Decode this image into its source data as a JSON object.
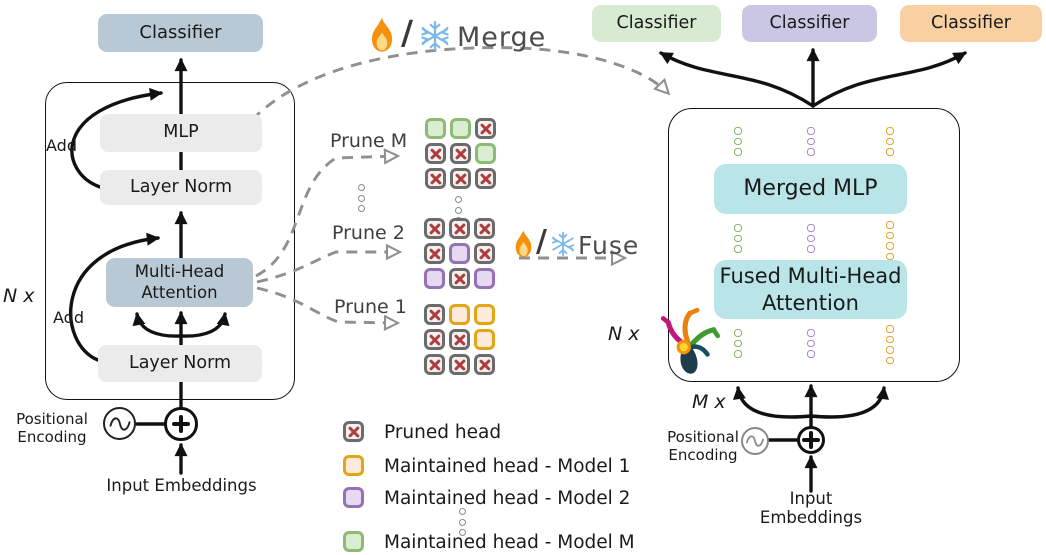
{
  "colors": {
    "steel": "#b8c9d5",
    "box_gray": "#ebebeb",
    "teal": "#b9e5e8",
    "cls_green": "#d6ebd1",
    "cls_purple": "#c9c7e3",
    "cls_orange": "#f8d0a2",
    "pruned_border": "#6b6b6b",
    "pruned_fill": "#f6f1f0",
    "x_red": "#ad3e3e",
    "m1_border": "#e2a513",
    "m1_fill": "#fdeada",
    "m2_border": "#9572b4",
    "m2_fill": "#e6daf0",
    "mm_border": "#8cbb74",
    "mm_fill": "#daecd2",
    "dash_gray": "#8f8f8f",
    "snow_blue": "#7db8e8",
    "flame_orange": "#f4900c"
  },
  "left_model": {
    "classifier_label": "Classifier",
    "repeat_label": "N x",
    "mlp_label": "MLP",
    "layer_norm_top_label": "Layer Norm",
    "mha_label": "Multi-Head\nAttention",
    "add_top_label": "Add",
    "add_bottom_label": "Add",
    "layer_norm_bottom_label": "Layer Norm",
    "positional_encoding_label": "Positional\nEncoding",
    "input_embeddings_label": "Input Embeddings"
  },
  "middle": {
    "merge_label": "Merge",
    "fuse_label": "Fuse",
    "slash": "/",
    "prune_m_label": "Prune M",
    "prune_2_label": "Prune 2",
    "prune_1_label": "Prune 1",
    "grids": {
      "prune_m": [
        [
          "mm",
          "mm",
          "p"
        ],
        [
          "p",
          "p",
          "mm"
        ],
        [
          "p",
          "p",
          "p"
        ]
      ],
      "prune_2": [
        [
          "p",
          "p",
          "p"
        ],
        [
          "p",
          "m2",
          "p"
        ],
        [
          "m2",
          "p",
          "m2"
        ]
      ],
      "prune_1": [
        [
          "p",
          "m1",
          "m1"
        ],
        [
          "p",
          "p",
          "m1"
        ],
        [
          "p",
          "p",
          "p"
        ]
      ]
    }
  },
  "legend": {
    "items": [
      {
        "type": "p",
        "label": "Pruned head"
      },
      {
        "type": "m1",
        "label": "Maintained head - Model 1"
      },
      {
        "type": "m2",
        "label": "Maintained head - Model 2"
      },
      {
        "type": "mm",
        "label": "Maintained head - Model M"
      }
    ]
  },
  "right_model": {
    "classifiers": [
      {
        "label": "Classifier",
        "color": "green"
      },
      {
        "label": "Classifier",
        "color": "purple"
      },
      {
        "label": "Classifier",
        "color": "orange"
      }
    ],
    "repeat_label": "N x",
    "models_label": "M x",
    "merged_mlp_label": "Merged MLP",
    "fused_mha_label": "Fused Multi-Head\nAttention",
    "positional_encoding_label": "Positional\nEncoding",
    "input_embeddings_label": "Input Embeddings"
  }
}
